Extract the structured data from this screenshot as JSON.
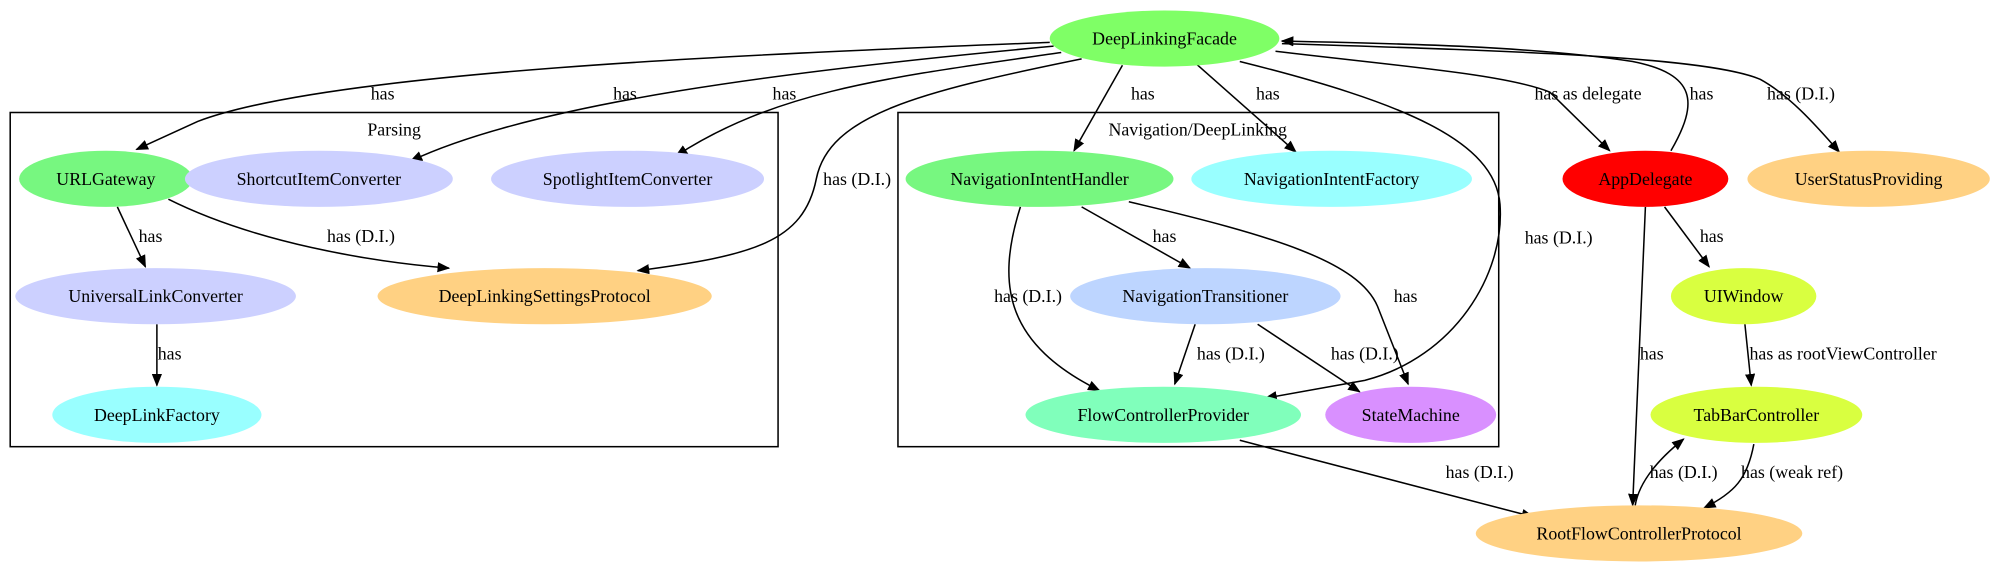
{
  "clusters": {
    "parsing": "Parsing",
    "navigation": "Navigation/DeepLinking"
  },
  "nodes": {
    "facade": {
      "label": "DeepLinkingFacade",
      "color": "#7fff66"
    },
    "urlgateway": {
      "label": "URLGateway",
      "color": "#77f780"
    },
    "shortcut": {
      "label": "ShortcutItemConverter",
      "color": "#ccd0ff"
    },
    "spotlight": {
      "label": "SpotlightItemConverter",
      "color": "#ccd0ff"
    },
    "universal": {
      "label": "UniversalLinkConverter",
      "color": "#ccd0ff"
    },
    "settings": {
      "label": "DeepLinkingSettingsProtocol",
      "color": "#ffd183"
    },
    "deeplinkfactory": {
      "label": "DeepLinkFactory",
      "color": "#99ffff"
    },
    "intenthandler": {
      "label": "NavigationIntentHandler",
      "color": "#77f780"
    },
    "intentfactory": {
      "label": "NavigationIntentFactory",
      "color": "#99ffff"
    },
    "transitioner": {
      "label": "NavigationTransitioner",
      "color": "#bdd5ff"
    },
    "flowprovider": {
      "label": "FlowControllerProvider",
      "color": "#80ffbb"
    },
    "statemachine": {
      "label": "StateMachine",
      "color": "#d990ff"
    },
    "appdelegate": {
      "label": "AppDelegate",
      "color": "#ff0000"
    },
    "userstatus": {
      "label": "UserStatusProviding",
      "color": "#ffd183"
    },
    "uiwindow": {
      "label": "UIWindow",
      "color": "#d9ff40"
    },
    "tabbar": {
      "label": "TabBarController",
      "color": "#d9ff40"
    },
    "rootflow": {
      "label": "RootFlowControllerProtocol",
      "color": "#ffd183"
    }
  },
  "edges": [
    {
      "from": "DeepLinkingFacade",
      "to": "URLGateway",
      "label": "has"
    },
    {
      "from": "DeepLinkingFacade",
      "to": "ShortcutItemConverter",
      "label": "has"
    },
    {
      "from": "DeepLinkingFacade",
      "to": "SpotlightItemConverter",
      "label": "has"
    },
    {
      "from": "DeepLinkingFacade",
      "to": "DeepLinkingSettingsProtocol",
      "label": "has (D.I.)"
    },
    {
      "from": "URLGateway",
      "to": "UniversalLinkConverter",
      "label": "has"
    },
    {
      "from": "URLGateway",
      "to": "DeepLinkingSettingsProtocol",
      "label": "has (D.I.)"
    },
    {
      "from": "UniversalLinkConverter",
      "to": "DeepLinkFactory",
      "label": "has"
    },
    {
      "from": "DeepLinkingFacade",
      "to": "NavigationIntentHandler",
      "label": "has"
    },
    {
      "from": "DeepLinkingFacade",
      "to": "NavigationIntentFactory",
      "label": "has"
    },
    {
      "from": "DeepLinkingFacade",
      "to": "FlowControllerProvider",
      "label": "has (D.I.)"
    },
    {
      "from": "NavigationIntentHandler",
      "to": "NavigationTransitioner",
      "label": "has"
    },
    {
      "from": "NavigationIntentHandler",
      "to": "FlowControllerProvider",
      "label": "has (D.I.)"
    },
    {
      "from": "NavigationIntentHandler",
      "to": "StateMachine",
      "label": "has"
    },
    {
      "from": "NavigationTransitioner",
      "to": "FlowControllerProvider",
      "label": "has (D.I.)"
    },
    {
      "from": "NavigationTransitioner",
      "to": "StateMachine",
      "label": "has (D.I.)"
    },
    {
      "from": "DeepLinkingFacade",
      "to": "AppDelegate",
      "label": "has as delegate"
    },
    {
      "from": "AppDelegate",
      "to": "DeepLinkingFacade",
      "label": "has"
    },
    {
      "from": "DeepLinkingFacade",
      "to": "UserStatusProviding",
      "label": "has (D.I.)"
    },
    {
      "from": "AppDelegate",
      "to": "UIWindow",
      "label": "has"
    },
    {
      "from": "AppDelegate",
      "to": "RootFlowControllerProtocol",
      "label": "has"
    },
    {
      "from": "UIWindow",
      "to": "TabBarController",
      "label": "has as rootViewController"
    },
    {
      "from": "FlowControllerProvider",
      "to": "RootFlowControllerProtocol",
      "label": "has (D.I.)"
    },
    {
      "from": "RootFlowControllerProtocol",
      "to": "TabBarController",
      "label": "has (D.I.)"
    },
    {
      "from": "TabBarController",
      "to": "RootFlowControllerProtocol",
      "label": "has (weak ref)"
    }
  ]
}
